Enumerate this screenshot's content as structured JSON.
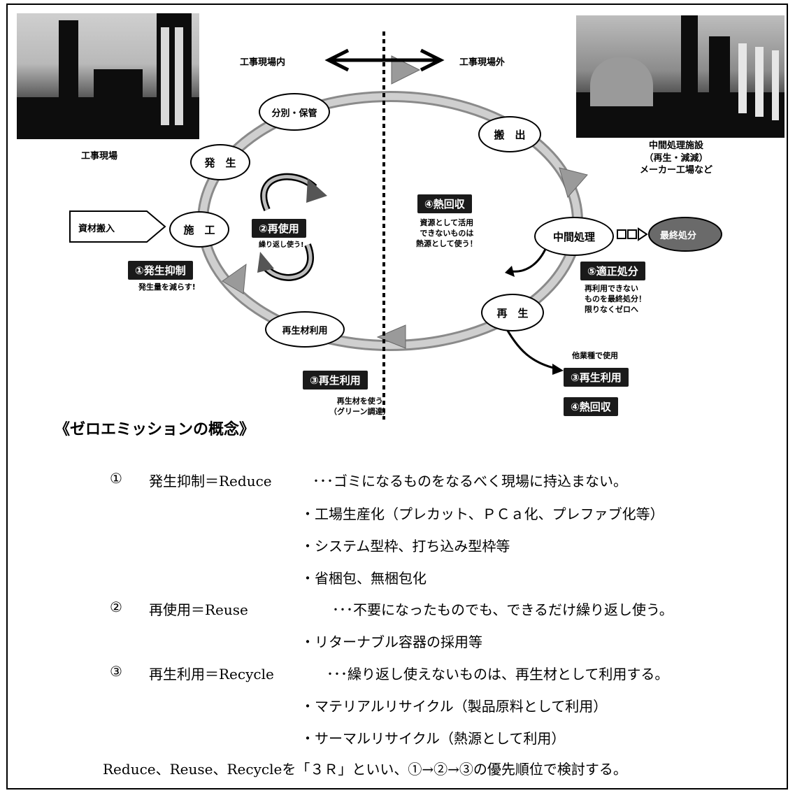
{
  "diagram": {
    "side_inside": "工事現場内",
    "side_outside": "工事現場外",
    "site_caption": "工事現場",
    "plant_caption": [
      "中間処理施設",
      "（再生・減減）",
      "メーカー工場など"
    ],
    "nodes": {
      "sorting": "分別・保管",
      "generation": "発　生",
      "construction": "施　工",
      "recycled_use": "再生材利用",
      "carry_out": "搬　出",
      "intermediate": "中間処理",
      "regeneration": "再　生",
      "final_disposal": "最終処分"
    },
    "materials_in": "資材搬入",
    "tags": {
      "reduce": "①発生抑制",
      "reuse": "②再使用",
      "recycle": "③再生利用",
      "heat": "④熱回収",
      "disposal": "⑤適正処分",
      "other_recycle": "③再生利用",
      "other_heat": "④熱回収"
    },
    "notes": {
      "reduce": "発生量を減らす!",
      "reuse": "繰り返し使う!",
      "recycle": [
        "再生材を使う",
        "（グリーン調達）"
      ],
      "heat": [
        "資源として活用",
        "できないものは",
        "熱源として使う！"
      ],
      "disposal": [
        "再利用できない",
        "ものを最終処分！",
        "限りなくゼロへ"
      ],
      "other_industry": "他業種で使用"
    }
  },
  "concept_title": "《ゼロエミッションの概念》",
  "items": [
    {
      "num": "①",
      "head": "発生抑制＝Reduce",
      "desc": "･･･ゴミになるものをなるべく現場に持込まない。",
      "bullets": [
        "・工場生産化（プレカット、ＰＣａ化、プレファブ化等）",
        "・システム型枠、打ち込み型枠等",
        "・省梱包、無梱包化"
      ]
    },
    {
      "num": "②",
      "head": "再使用＝Reuse",
      "desc": "･･･不要になったものでも、できるだけ繰り返し使う。",
      "bullets": [
        "・リターナブル容器の採用等"
      ]
    },
    {
      "num": "③",
      "head": "再生利用＝Recycle",
      "desc": "･･･繰り返し使えないものは、再生材として利用する。",
      "bullets": [
        "・マテリアルリサイクル（製品原料として利用）",
        "・サーマルリサイクル（熱源として利用）"
      ]
    }
  ],
  "conclusion": "Reduce、Reuse、Recycleを「３Ｒ」といい、①→②→③の優先順位で検討する。"
}
